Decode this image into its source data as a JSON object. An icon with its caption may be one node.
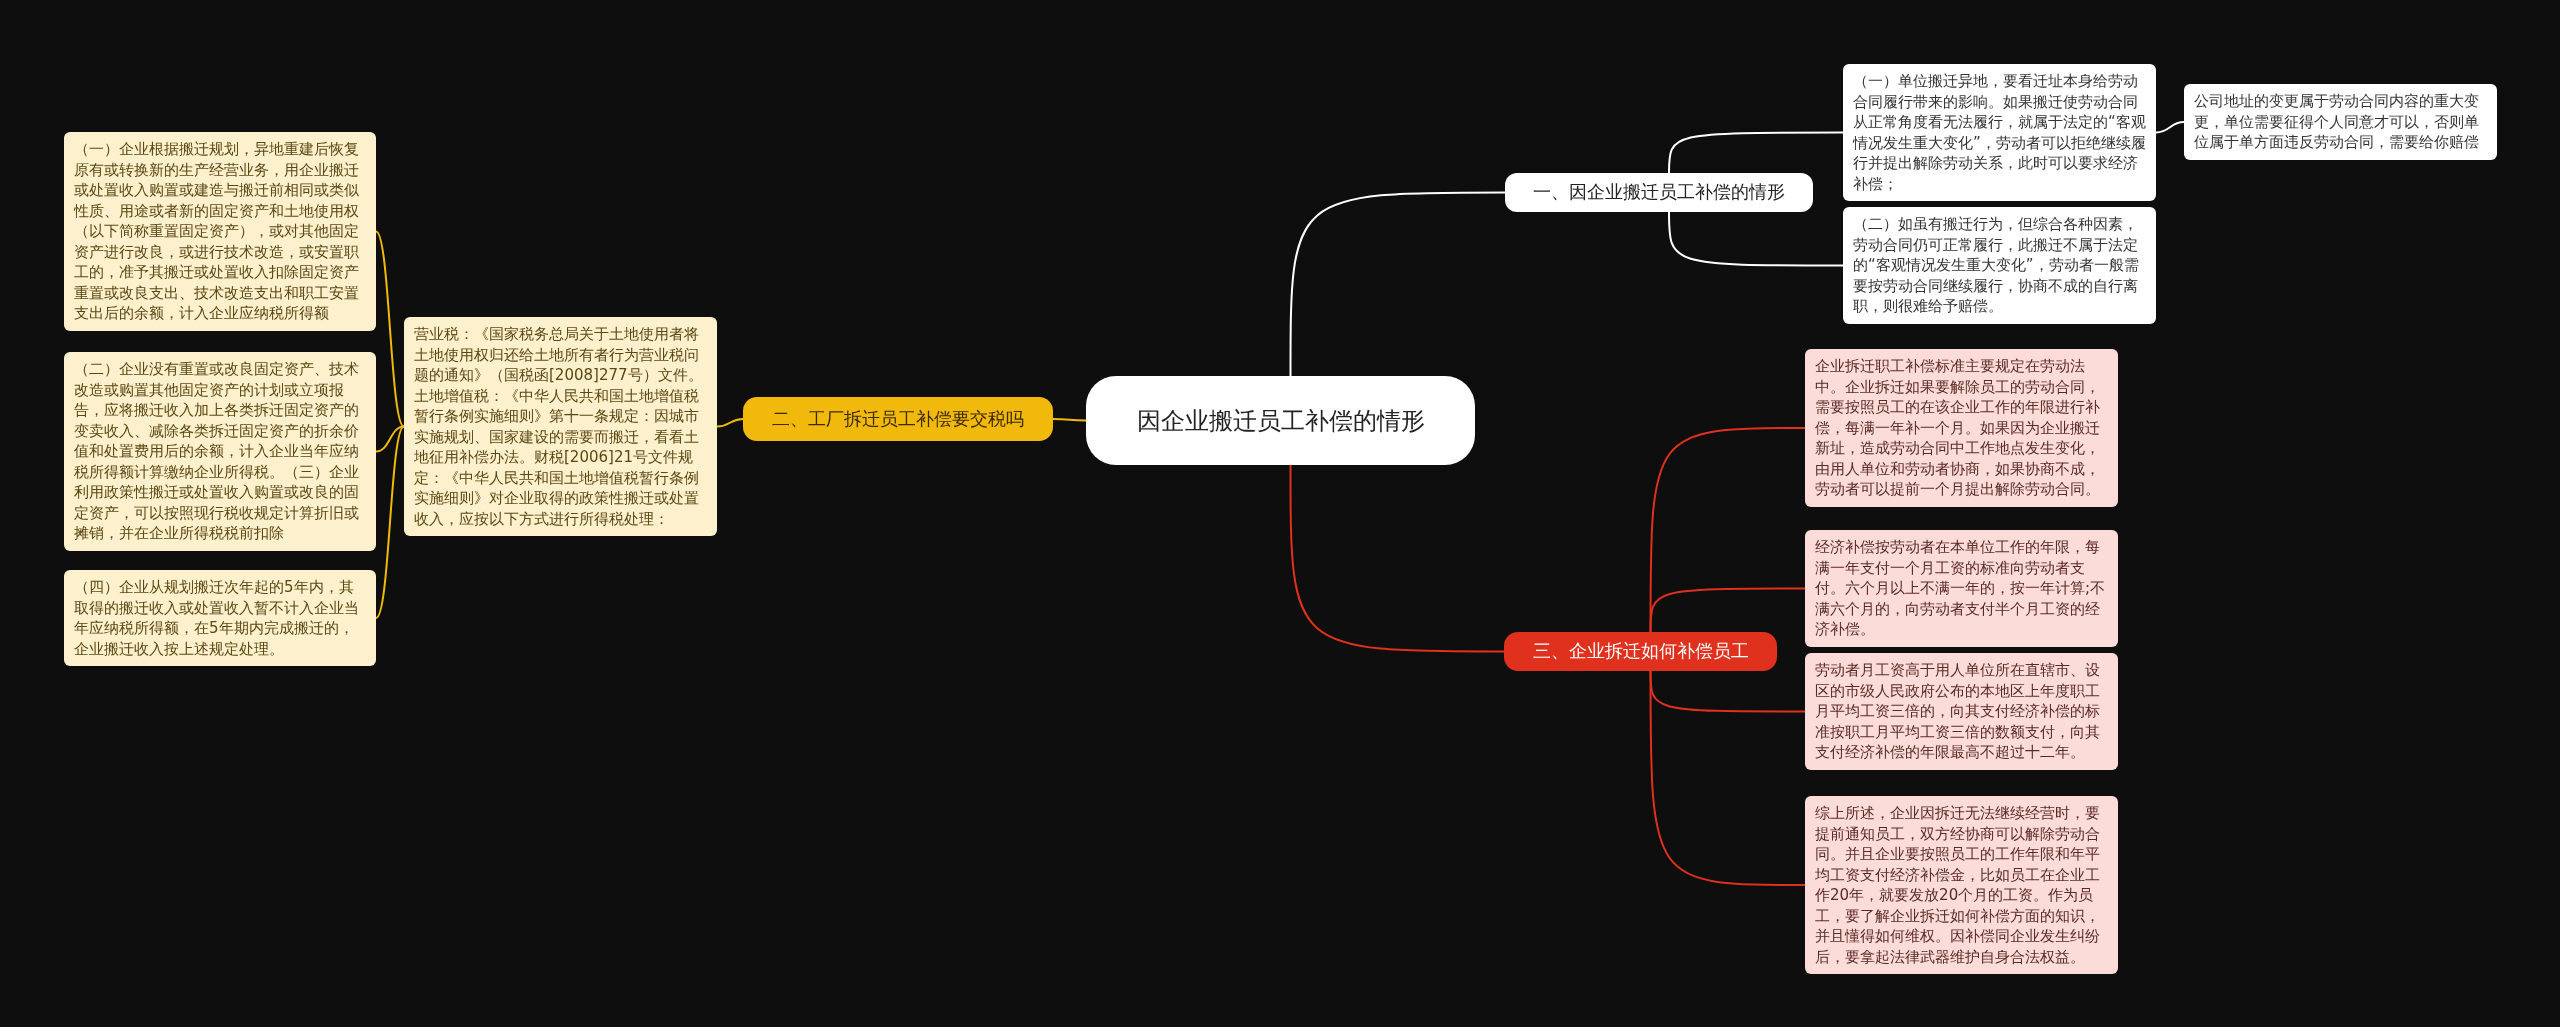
{
  "diagram": {
    "nodes": [
      {
        "text": [
          "因企业搬迁员工补偿的情形"
        ]
      },
      {
        "text": [
          "一、因企业搬迁员工补偿的情形"
        ]
      },
      {
        "text": [
          "（一）单位搬迁异地，要看迁址本身给劳动合同履行带来的影响。如果搬迁使劳动合同从正常角度看无法履行，就属于法定的“客观情况发生重大变化”，劳动者可以拒绝继续履行并提出解除劳动关系，此时可以要求经济补偿；"
        ]
      },
      {
        "text": [
          "公司地址的变更属于劳动合同内容的重大变更，单位需要征得个人同意才可以，否则单位属于单方面违反劳动合同，需要给你赔偿"
        ]
      },
      {
        "text": [
          "（二）如虽有搬迁行为，但综合各种因素，劳动合同仍可正常履行，此搬迁不属于法定的“客观情况发生重大变化”，劳动者一般需要按劳动合同继续履行，协商不成的自行离职，则很难给予赔偿。"
        ]
      },
      {
        "text": [
          "二、工厂拆迁员工补偿要交税吗"
        ]
      },
      {
        "text": [
          "营业税：《国家税务总局关于土地使用者将土地使用权归还给土地所有者行为营业税问题的通知》（国税函[2008]277号）文件。土地增值税：《中华人民共和国土地增值税暂行条例实施细则》第十一条规定：因城市实施规划、国家建设的需要而搬迁，看看土地征用补偿办法。财税[2006]21号文件规定：《中华人民共和国土地增值税暂行条例实施细则》对企业取得的政策性搬迁或处置收入，应按以下方式进行所得税处理："
        ]
      },
      {
        "text": [
          "（一）企业根据搬迁规划，异地重建后恢复原有或转换新的生产经营业务，用企业搬迁或处置收入购置或建造与搬迁前相同或类似性质、用途或者新的固定资产和土地使用权（以下简称重置固定资产），或对其他固定资产进行改良，或进行技术改造，或安置职工的，准予其搬迁或处置收入扣除固定资产重置或改良支出、技术改造支出和职工安置支出后的余额，计入企业应纳税所得额"
        ]
      },
      {
        "text": [
          "（二）企业没有重置或改良固定资产、技术改造或购置其他固定资产的计划或立项报告，应将搬迁收入加上各类拆迁固定资产的变卖收入、减除各类拆迁固定资产的折余价值和处置费用后的余额，计入企业当年应纳税所得额计算缴纳企业所得税。（三）企业利用政策性搬迁或处置收入购置或改良的固定资产，可以按照现行税收规定计算折旧或摊销，并在企业所得税税前扣除"
        ]
      },
      {
        "text": [
          "（四）企业从规划搬迁次年起的5年内，其取得的搬迁收入或处置收入暂不计入企业当年应纳税所得额，在5年期内完成搬迁的，企业搬迁收入按上述规定处理。"
        ]
      },
      {
        "text": [
          "三、企业拆迁如何补偿员工"
        ]
      },
      {
        "text": [
          "企业拆迁职工补偿标准主要规定在劳动法中。企业拆迁如果要解除员工的劳动合同，需要按照员工的在该企业工作的年限进行补偿，每满一年补一个月。如果因为企业搬迁新址，造成劳动合同中工作地点发生变化，由用人单位和劳动者协商，如果协商不成，劳动者可以提前一个月提出解除劳动合同。"
        ]
      },
      {
        "text": [
          "经济补偿按劳动者在本单位工作的年限，每满一年支付一个月工资的标准向劳动者支付。六个月以上不满一年的，按一年计算;不满六个月的，向劳动者支付半个月工资的经济补偿。"
        ]
      },
      {
        "text": [
          "劳动者月工资高于用人单位所在直辖市、设区的市级人民政府公布的本地区上年度职工月平均工资三倍的，向其支付经济补偿的标准按职工月平均工资三倍的数额支付，向其支付经济补偿的年限最高不超过十二年。"
        ]
      },
      {
        "text": [
          "综上所述，企业因拆迁无法继续经营时，要提前通知员工，双方经协商可以解除劳动合同。并且企业要按照员工的工作年限和年平均工资支付经济补偿金，比如员工在企业工作20年，就要发放20个月的工资。作为员工，要了解企业拆迁如何补偿方面的知识，并且懂得如何维权。因补偿同企业发生纠纷后，要拿起法律武器维护自身合法权益。"
        ]
      }
    ],
    "edges": [
      {
        "from": 0,
        "to": 1,
        "arrow": "none",
        "color": "#ffffff"
      },
      {
        "from": 1,
        "to": 2,
        "arrow": "none",
        "color": "#ffffff"
      },
      {
        "from": 2,
        "to": 3,
        "arrow": "none",
        "color": "#ffffff"
      },
      {
        "from": 1,
        "to": 4,
        "arrow": "none",
        "color": "#ffffff"
      },
      {
        "from": 0,
        "to": 5,
        "arrow": "none",
        "color": "#f0b90b"
      },
      {
        "from": 5,
        "to": 6,
        "arrow": "none",
        "color": "#f0b90b"
      },
      {
        "from": 6,
        "to": 7,
        "arrow": "none",
        "color": "#f0b90b"
      },
      {
        "from": 6,
        "to": 8,
        "arrow": "none",
        "color": "#f0b90b"
      },
      {
        "from": 6,
        "to": 9,
        "arrow": "none",
        "color": "#f0b90b"
      },
      {
        "from": 0,
        "to": 10,
        "arrow": "none",
        "color": "#e0301e"
      },
      {
        "from": 10,
        "to": 11,
        "arrow": "none",
        "color": "#e0301e"
      },
      {
        "from": 10,
        "to": 12,
        "arrow": "none",
        "color": "#e0301e"
      },
      {
        "from": 10,
        "to": 13,
        "arrow": "none",
        "color": "#e0301e"
      },
      {
        "from": 10,
        "to": 14,
        "arrow": "none",
        "color": "#e0301e"
      }
    ]
  }
}
